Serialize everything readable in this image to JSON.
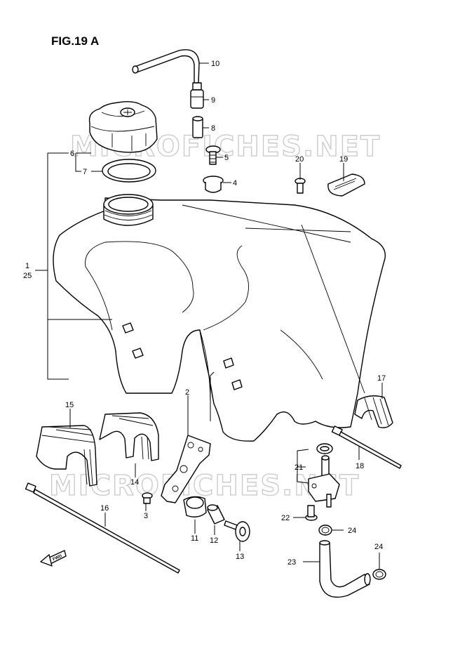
{
  "title": "FIG.19 A",
  "watermark": "MICROFICHES.NET",
  "icons": {
    "fwd_arrow": "FWD"
  },
  "callouts": [
    {
      "id": "c10",
      "text": "10"
    },
    {
      "id": "c9",
      "text": "9"
    },
    {
      "id": "c8",
      "text": "8"
    },
    {
      "id": "c6",
      "text": "6"
    },
    {
      "id": "c7",
      "text": "7"
    },
    {
      "id": "c5",
      "text": "5"
    },
    {
      "id": "c4",
      "text": "4"
    },
    {
      "id": "c20",
      "text": "20"
    },
    {
      "id": "c19",
      "text": "19"
    },
    {
      "id": "c1",
      "text": "1"
    },
    {
      "id": "c25",
      "text": "25"
    },
    {
      "id": "c2",
      "text": "2"
    },
    {
      "id": "c17",
      "text": "17"
    },
    {
      "id": "c15",
      "text": "15"
    },
    {
      "id": "c14",
      "text": "14"
    },
    {
      "id": "c3",
      "text": "3"
    },
    {
      "id": "c16",
      "text": "16"
    },
    {
      "id": "c11",
      "text": "11"
    },
    {
      "id": "c12",
      "text": "12"
    },
    {
      "id": "c13",
      "text": "13"
    },
    {
      "id": "c21",
      "text": "21"
    },
    {
      "id": "c18",
      "text": "18"
    },
    {
      "id": "c22",
      "text": "22"
    },
    {
      "id": "c24a",
      "text": "24"
    },
    {
      "id": "c23",
      "text": "23"
    },
    {
      "id": "c24b",
      "text": "24"
    }
  ]
}
